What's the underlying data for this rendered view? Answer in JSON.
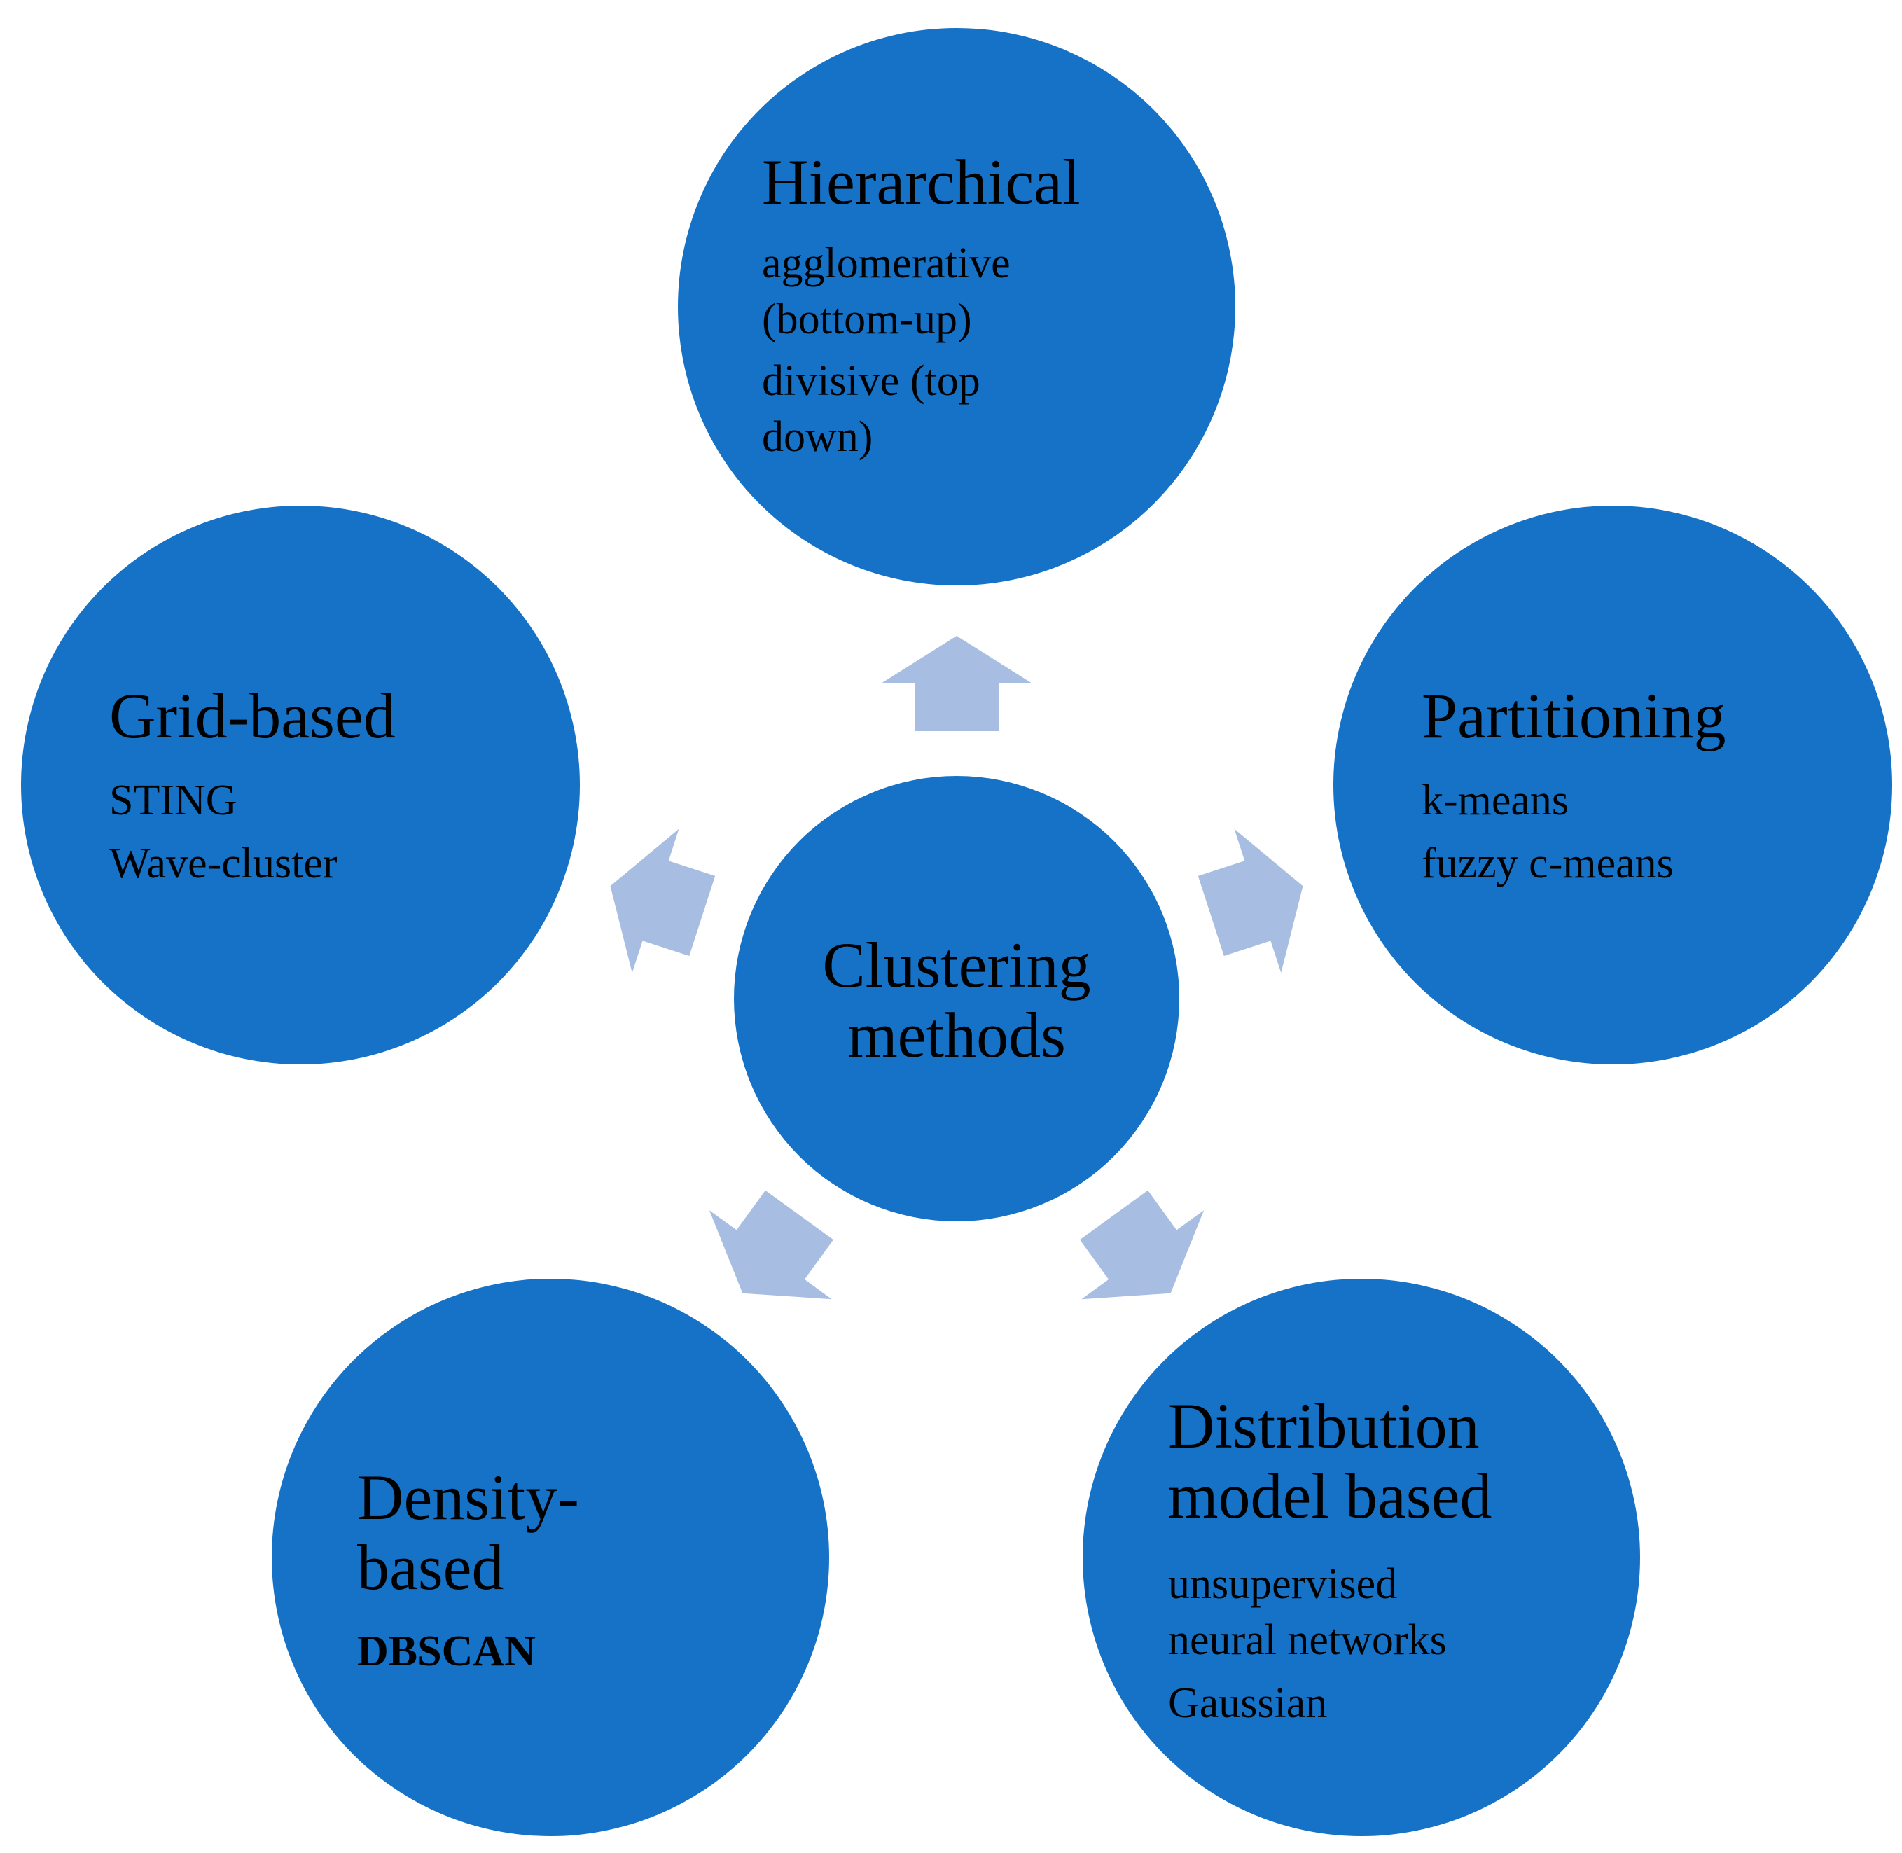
{
  "colors": {
    "circle_fill": "#1572C7",
    "arrow_fill": "#A8BDE2",
    "text": "#000000"
  },
  "center": {
    "title_line1": "Clustering",
    "title_line2": "methods"
  },
  "nodes": {
    "hierarchical": {
      "title": "Hierarchical",
      "items": [
        "agglomerative",
        "(bottom-up)",
        "divisive (top",
        "down)"
      ]
    },
    "partitioning": {
      "title": "Partitioning",
      "items": [
        "k-means",
        "fuzzy c-means"
      ]
    },
    "grid_based": {
      "title": "Grid-based",
      "items": [
        "STING",
        "Wave-cluster"
      ]
    },
    "density_based": {
      "title_line1": "Density-",
      "title_line2": "based",
      "items": [
        "DBSCAN"
      ]
    },
    "distribution": {
      "title_line1": "Distribution",
      "title_line2": "model based",
      "items": [
        "unsupervised",
        "neural networks",
        "Gaussian"
      ]
    }
  }
}
